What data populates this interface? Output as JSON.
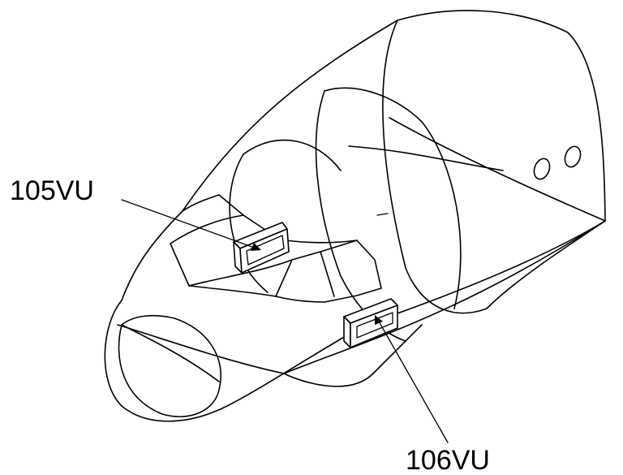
{
  "callouts": [
    {
      "id": "105VU",
      "text": "105VU"
    },
    {
      "id": "106VU",
      "text": "106VU"
    }
  ]
}
